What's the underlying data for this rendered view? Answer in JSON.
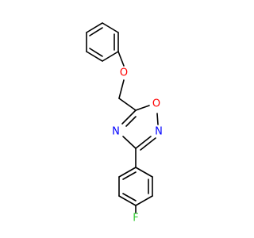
{
  "molecule": {
    "atoms": [
      {
        "id": "O1",
        "label": "O",
        "color": "#ff0000"
      },
      {
        "id": "N2",
        "label": "N",
        "color": "#0000ff"
      },
      {
        "id": "N4",
        "label": "N",
        "color": "#0000ff"
      },
      {
        "id": "F",
        "label": "F",
        "color": "#33cc33"
      }
    ]
  }
}
